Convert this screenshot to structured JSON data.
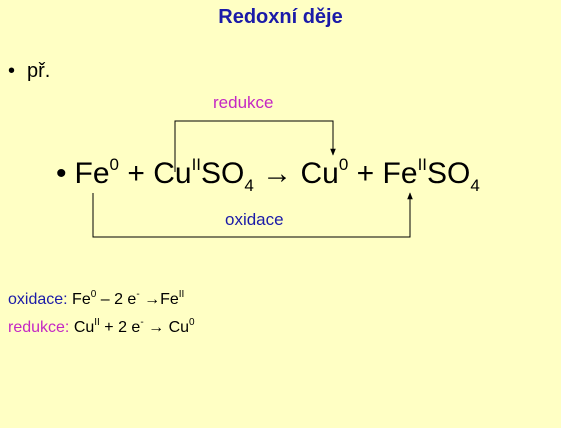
{
  "title": "Redoxní děje",
  "bullet_char": "•",
  "intro": "př.",
  "arrow_labels": {
    "reduction": "redukce",
    "oxidation": "oxidace"
  },
  "equation": {
    "fe": "Fe",
    "fe_ox": "0",
    "plus1": " + ",
    "cu": "Cu",
    "cu_ox": "II",
    "so": "SO",
    "so_sub": "4",
    "arrow": " → ",
    "cu2": "Cu",
    "cu2_ox": "0",
    "plus2": " + ",
    "fe2": "Fe",
    "fe2_ox": "II",
    "so2": "SO",
    "so2_sub": "4"
  },
  "half_reactions": {
    "oxidation": {
      "keyword": "oxidace:",
      "a": " Fe",
      "a_sup": "0",
      "b": " – 2 e",
      "b_sup": "-",
      "c": " →Fe",
      "c_sup": "II"
    },
    "reduction": {
      "keyword": "redukce:",
      "a": " Cu",
      "a_sup": "II",
      "b": " + 2 e",
      "b_sup": "-",
      "c": " → Cu",
      "c_sup": "0"
    }
  }
}
